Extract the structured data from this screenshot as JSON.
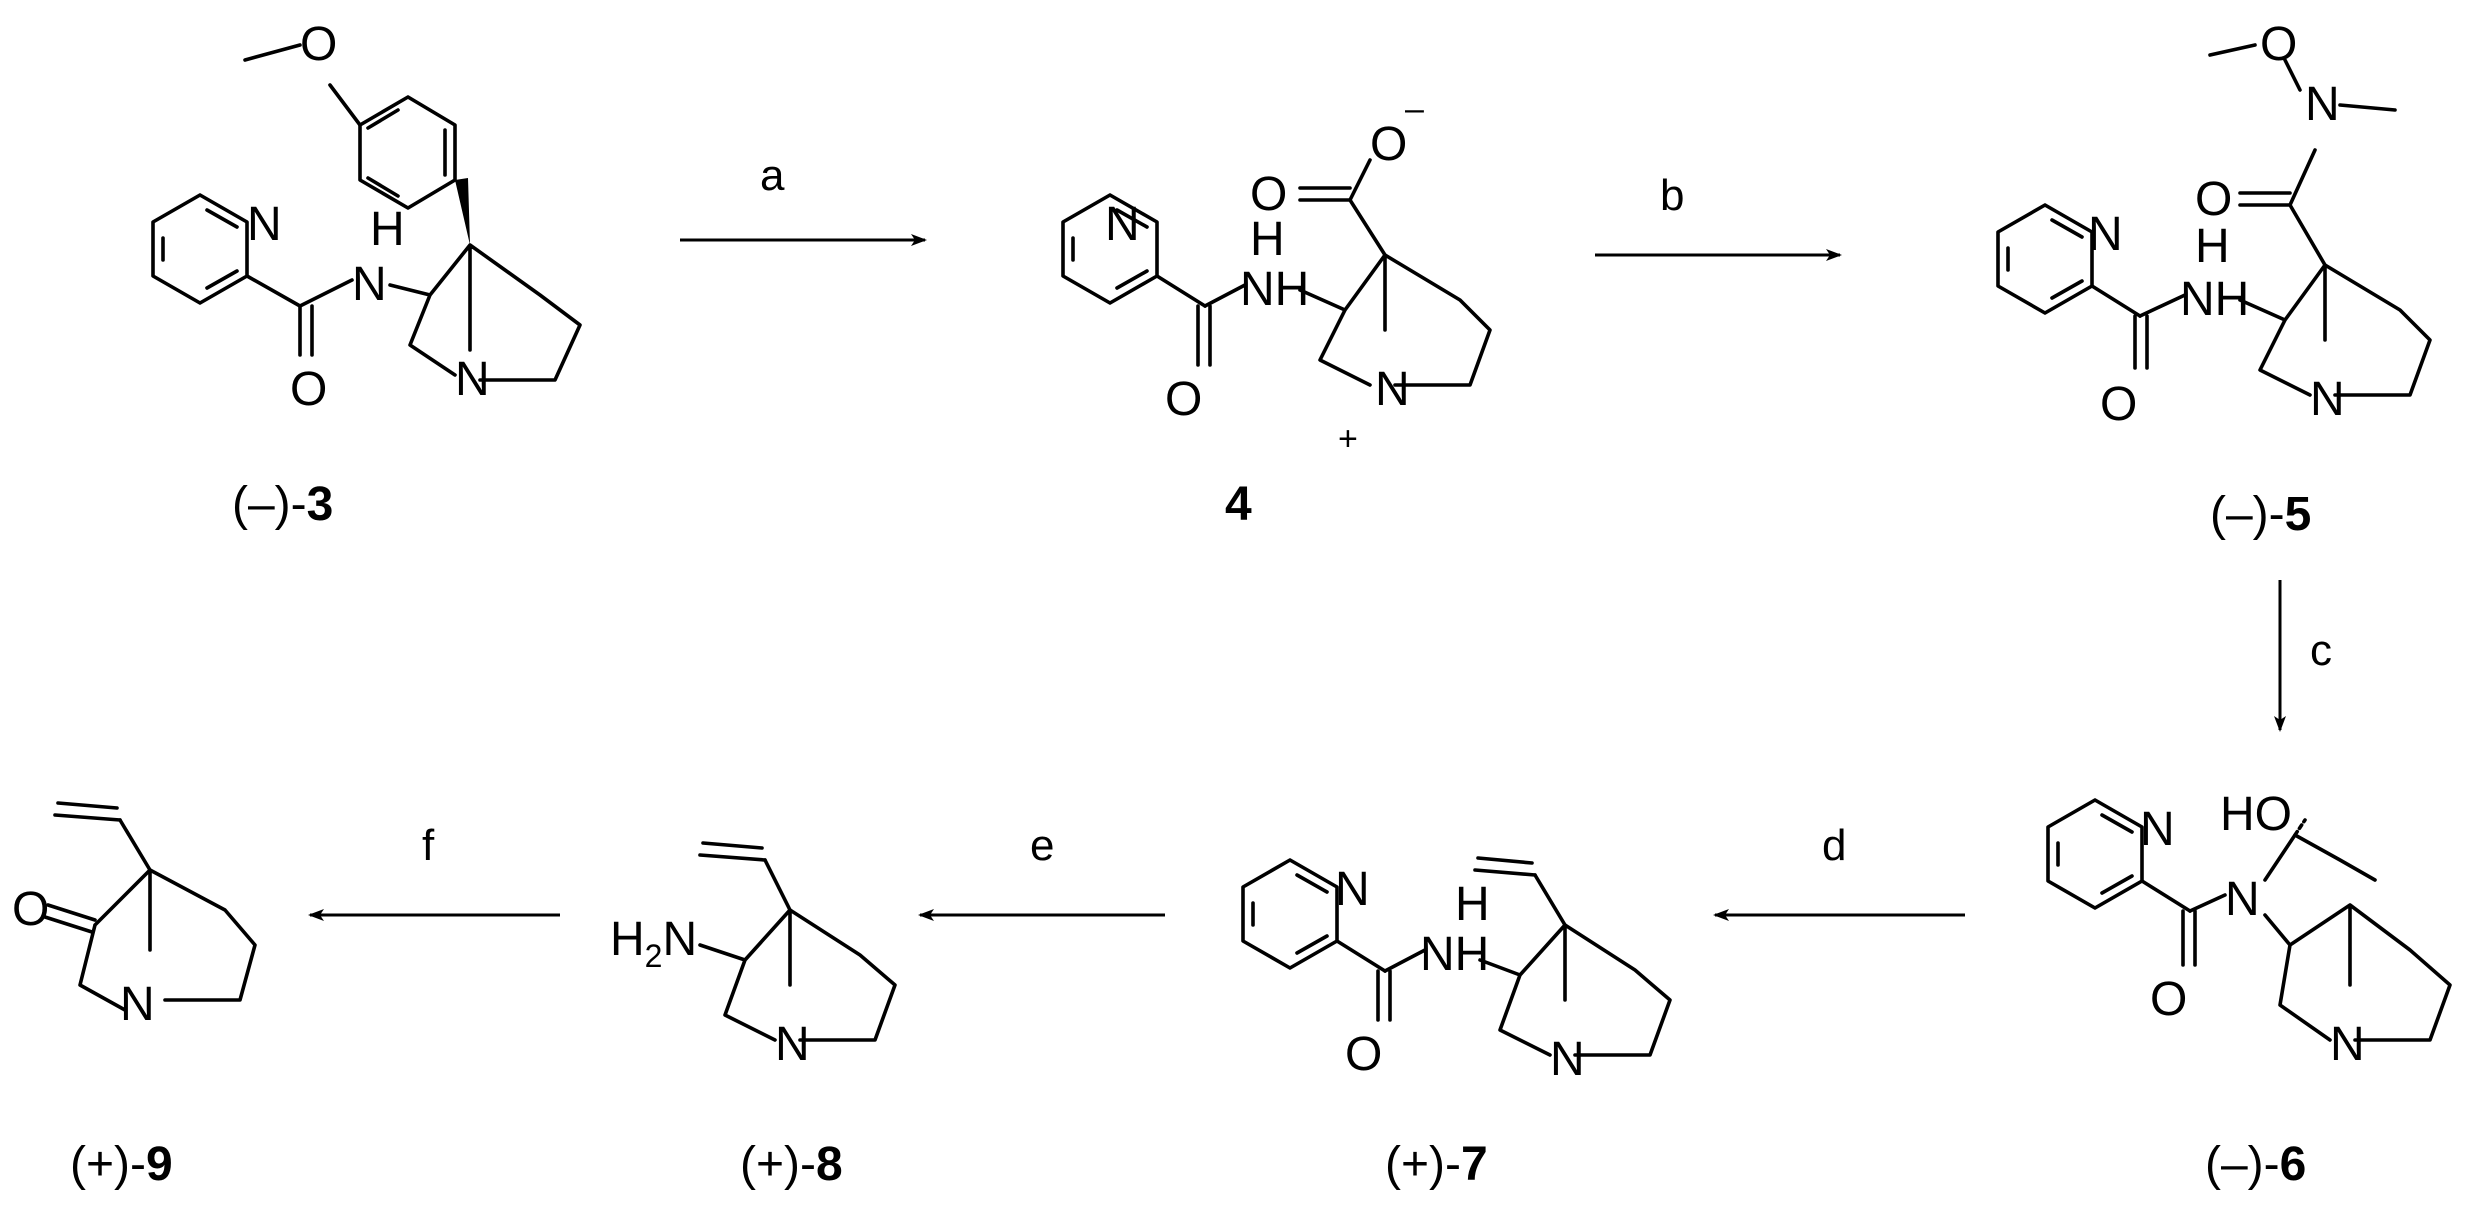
{
  "compounds": [
    {
      "id": "c3",
      "prefix": "(–)-",
      "number": "3"
    },
    {
      "id": "c4",
      "prefix": "",
      "number": "4"
    },
    {
      "id": "c5",
      "prefix": "(–)-",
      "number": "5"
    },
    {
      "id": "c6",
      "prefix": "(–)-",
      "number": "6"
    },
    {
      "id": "c7",
      "prefix": "(+)-",
      "number": "7"
    },
    {
      "id": "c8",
      "prefix": "(+)-",
      "number": "8"
    },
    {
      "id": "c9",
      "prefix": "(+)-",
      "number": "9"
    }
  ],
  "steps": {
    "a": "a",
    "b": "b",
    "c": "c",
    "d": "d",
    "e": "e",
    "f": "f"
  },
  "atoms": {
    "N": "N",
    "H": "H",
    "O": "O",
    "NH": "NH",
    "HO": "HO",
    "H2N_H": "H",
    "H2N_sub": "2",
    "H2N_N": "N",
    "minus": "–",
    "plus": "+"
  }
}
